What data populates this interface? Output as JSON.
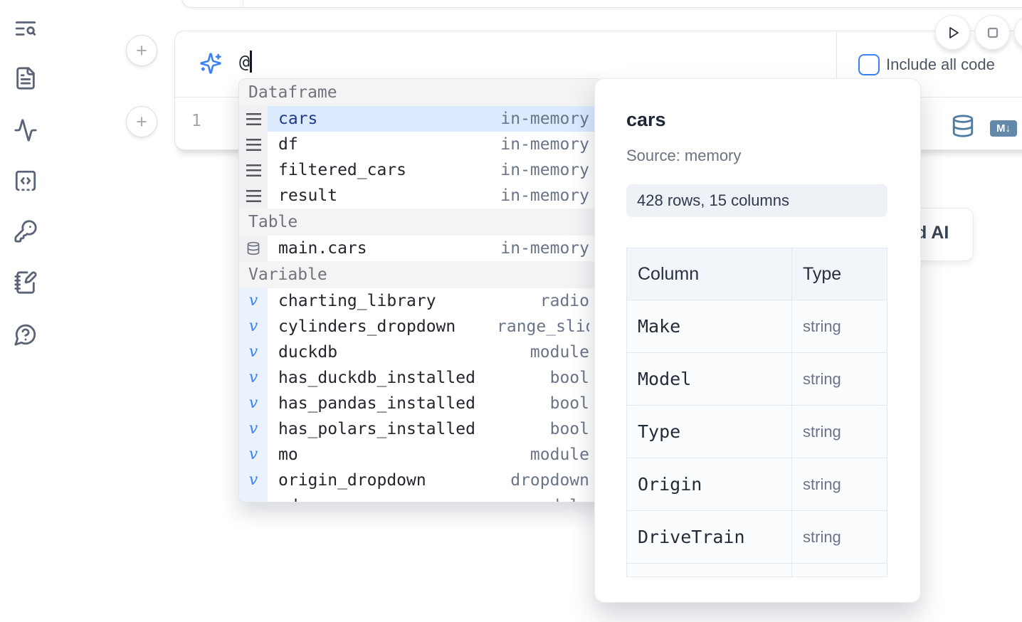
{
  "sidebar": {
    "icons": [
      "text-search",
      "file-text",
      "activity",
      "code-square-dashed",
      "key-round",
      "notebook-pen",
      "help-chat"
    ]
  },
  "add_button_label": "+",
  "composer": {
    "prompt_value": "@",
    "include_all_code_label": "Include all code",
    "accent_color": "#3b82f6"
  },
  "cell": {
    "line_number": "1",
    "markdown_badge": "M↓"
  },
  "autocomplete": {
    "sections": [
      {
        "label": "Dataframe",
        "items": [
          {
            "name": "cars",
            "type": "in-memory",
            "selected": true
          },
          {
            "name": "df",
            "type": "in-memory"
          },
          {
            "name": "filtered_cars",
            "type": "in-memory"
          },
          {
            "name": "result",
            "type": "in-memory"
          }
        ]
      },
      {
        "label": "Table",
        "items": [
          {
            "name": "main.cars",
            "type": "in-memory"
          }
        ]
      },
      {
        "label": "Variable",
        "items": [
          {
            "name": "charting_library",
            "type": "radio"
          },
          {
            "name": "cylinders_dropdown",
            "type": "range_slider"
          },
          {
            "name": "duckdb",
            "type": "module"
          },
          {
            "name": "has_duckdb_installed",
            "type": "bool"
          },
          {
            "name": "has_pandas_installed",
            "type": "bool"
          },
          {
            "name": "has_polars_installed",
            "type": "bool"
          },
          {
            "name": "mo",
            "type": "module"
          },
          {
            "name": "origin_dropdown",
            "type": "dropdown"
          },
          {
            "name": "pd",
            "type": "module"
          }
        ]
      }
    ]
  },
  "preview": {
    "title": "cars",
    "source": "Source: memory",
    "shape_badge": "428 rows, 15 columns",
    "schema": {
      "headers": [
        "Column",
        "Type"
      ],
      "rows": [
        [
          "Make",
          "string"
        ],
        [
          "Model",
          "string"
        ],
        [
          "Type",
          "string"
        ],
        [
          "Origin",
          "string"
        ],
        [
          "DriveTrain",
          "string"
        ]
      ]
    }
  },
  "ai_button": {
    "visible_label": "d AI"
  },
  "colors": {
    "accent": "#3b82f6",
    "selected_row_bg": "#dbeafe",
    "selected_row_text": "#1e3a8a",
    "sidebar_icon": "#5b6477",
    "steel_blue": "#4e7ca3"
  }
}
